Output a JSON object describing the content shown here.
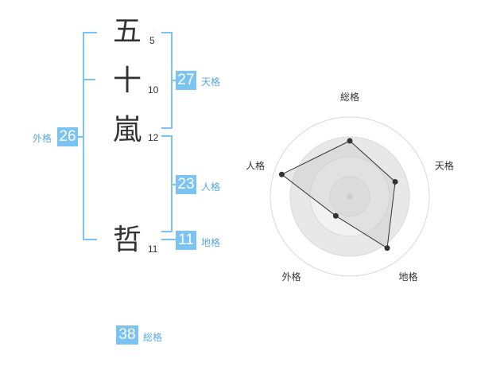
{
  "name": {
    "characters": [
      {
        "char": "五",
        "strokes": "5"
      },
      {
        "char": "十",
        "strokes": "10"
      },
      {
        "char": "嵐",
        "strokes": "12"
      },
      {
        "char": "哲",
        "strokes": "11"
      }
    ]
  },
  "fortunes": {
    "tenkaku": {
      "value": "27",
      "label": "天格"
    },
    "jinkaku": {
      "value": "23",
      "label": "人格"
    },
    "chikaku": {
      "value": "11",
      "label": "地格"
    },
    "gaikaku": {
      "value": "26",
      "label": "外格"
    },
    "soukaku": {
      "value": "38",
      "label": "総格"
    }
  },
  "colors": {
    "accent": "#7ac3f2",
    "label": "#5aa9e0",
    "text": "#333333"
  },
  "chart_data": {
    "type": "radar",
    "categories": [
      "総格",
      "天格",
      "地格",
      "外格",
      "人格"
    ],
    "values": [
      3.5,
      3.0,
      4.0,
      1.5,
      4.5
    ],
    "max": 5,
    "rings": 4
  }
}
